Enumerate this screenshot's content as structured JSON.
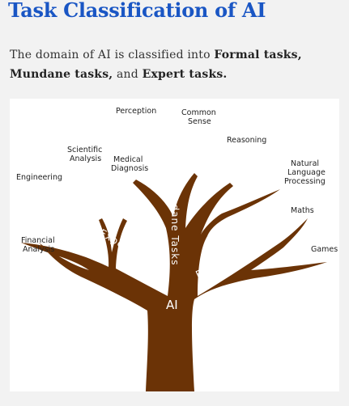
{
  "title": "Task Classification of AI",
  "intro": {
    "before": "The domain of AI is classified into ",
    "formal": "Formal tasks,",
    "mid1": " ",
    "mundane": "Mundane tasks,",
    "mid2": " and ",
    "expert": "Expert tasks.",
    "after": ""
  },
  "figure": {
    "trunk_color": "#6b3306",
    "root_label": "AI",
    "branch_labels": {
      "expert": "Expert tasks",
      "mundane": "Mundane Tasks",
      "formal": "Formal tasks"
    },
    "leaves": {
      "perception": "Perception",
      "common_sense_1": "Common",
      "common_sense_2": "Sense",
      "reasoning": "Reasoning",
      "nlp_1": "Natural",
      "nlp_2": "Language",
      "nlp_3": "Processing",
      "maths": "Maths",
      "games": "Games",
      "scientific_1": "Scientific",
      "scientific_2": "Analysis",
      "medical_1": "Medical",
      "medical_2": "Diagnosis",
      "engineering": "Engineering",
      "financial_1": "Financial",
      "financial_2": "Analysis"
    }
  }
}
